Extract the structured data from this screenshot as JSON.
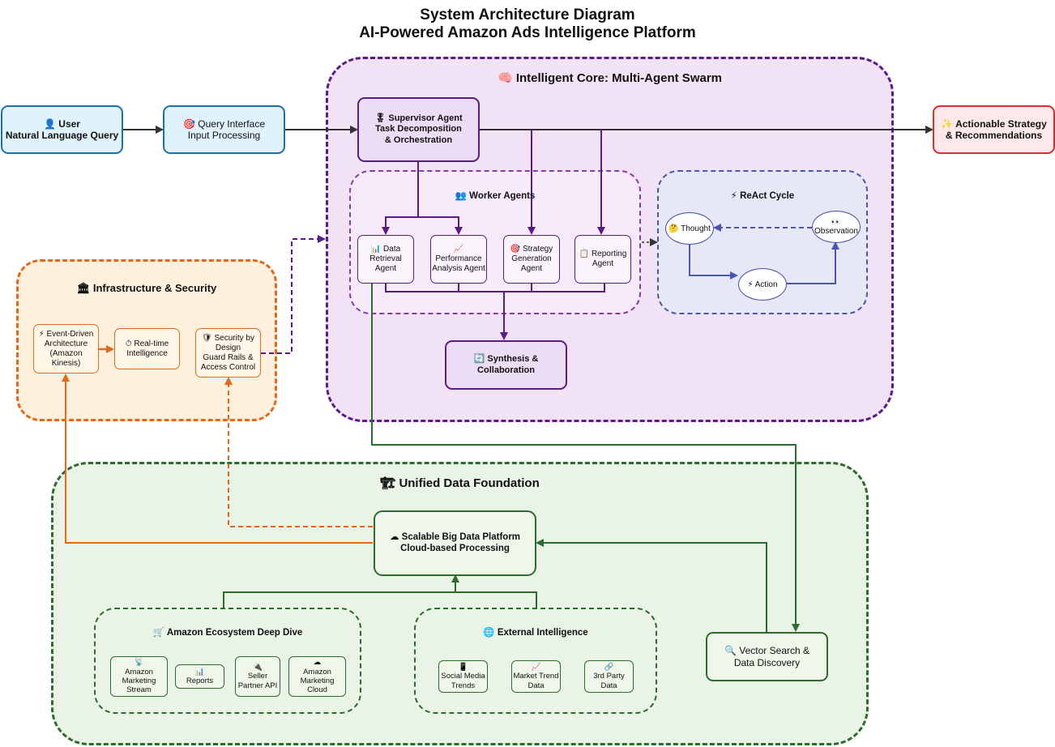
{
  "title": {
    "line1": "System Architecture Diagram",
    "line2": "AI-Powered Amazon Ads Intelligence Platform"
  },
  "user": {
    "icon": "👤",
    "line1": "User",
    "line2": "Natural Language Query"
  },
  "query_interface": {
    "icon": "🎯",
    "line1": "Query Interface",
    "line2": "Input Processing"
  },
  "strategy_output": {
    "icon": "✨",
    "line1": "Actionable Strategy",
    "line2": "& Recommendations"
  },
  "core": {
    "title_icon": "🧠",
    "title": "Intelligent Core: Multi-Agent Swarm",
    "supervisor": {
      "icon": "🎖",
      "line1": "Supervisor Agent",
      "line2": "Task Decomposition",
      "line3": "& Orchestration"
    },
    "workers": {
      "title_icon": "👥",
      "title": "Worker Agents",
      "items": [
        {
          "icon": "📊",
          "lines": [
            "Data",
            "Retrieval",
            "Agent"
          ]
        },
        {
          "icon": "📈",
          "lines": [
            "Performance",
            "Analysis Agent"
          ]
        },
        {
          "icon": "🎯",
          "lines": [
            "Strategy",
            "Generation",
            "Agent"
          ]
        },
        {
          "icon": "📋",
          "lines": [
            "Reporting",
            "Agent"
          ]
        }
      ]
    },
    "synthesis": {
      "icon": "🔄",
      "line1": "Synthesis &",
      "line2": "Collaboration"
    },
    "react": {
      "title_icon": "⚡",
      "title": "ReAct Cycle",
      "thought": {
        "icon": "🤔",
        "label": "Thought"
      },
      "observation": {
        "icon": "👀",
        "label": "Observation"
      },
      "action": {
        "icon": "⚡",
        "label": "Action"
      }
    }
  },
  "infra": {
    "title_icon": "🏛",
    "title": "Infrastructure & Security",
    "event": {
      "icon": "⚡",
      "lines": [
        "Event-Driven",
        "Architecture",
        "(Amazon",
        "Kinesis)"
      ]
    },
    "realtime": {
      "icon": "⏱",
      "lines": [
        "Real-time",
        "Intelligence"
      ]
    },
    "security": {
      "icon": "🛡",
      "lines": [
        "Security by",
        "Design",
        "Guard Rails &",
        "Access Control"
      ]
    }
  },
  "data": {
    "title_icon": "🏗",
    "title": "Unified Data Foundation",
    "platform": {
      "icon": "☁",
      "line1": "Scalable Big Data Platform",
      "line2": "Cloud-based Processing"
    },
    "vector": {
      "icon": "🔍",
      "line1": "Vector Search &",
      "line2": "Data Discovery"
    },
    "amazon": {
      "title_icon": "🛒",
      "title": "Amazon Ecosystem Deep Dive",
      "items": [
        {
          "icon": "📡",
          "lines": [
            "Amazon",
            "Marketing",
            "Stream"
          ]
        },
        {
          "icon": "📊",
          "lines": [
            "Reports"
          ]
        },
        {
          "icon": "🔌",
          "lines": [
            "Seller",
            "Partner API"
          ]
        },
        {
          "icon": "☁",
          "lines": [
            "Amazon",
            "Marketing",
            "Cloud"
          ]
        }
      ]
    },
    "external": {
      "title_icon": "🌐",
      "title": "External Intelligence",
      "items": [
        {
          "icon": "📱",
          "lines": [
            "Social Media",
            "Trends"
          ]
        },
        {
          "icon": "📈",
          "lines": [
            "Market Trend",
            "Data"
          ]
        },
        {
          "icon": "🔗",
          "lines": [
            "3rd Party",
            "Data"
          ]
        }
      ]
    }
  },
  "colors": {
    "core_border": "#5a1a8a",
    "core_fill": "#f2e2f5",
    "react_border": "#4a55b5",
    "react_fill": "#e6e8f5",
    "infra_border": "#e06a1a",
    "infra_fill": "#fdf0dd",
    "data_border": "#2e6b2e",
    "data_fill": "#e9f3e6",
    "input_border": "#1f6fa8",
    "input_fill": "#e0f2fb",
    "output_border": "#cc3333",
    "output_fill": "#fde9e9"
  }
}
